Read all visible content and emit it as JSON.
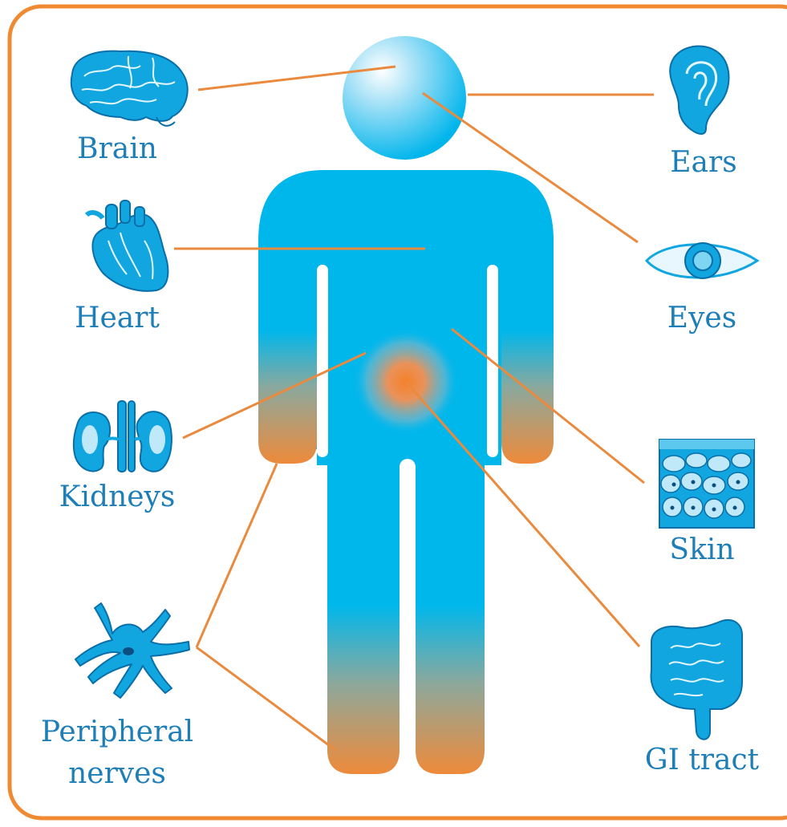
{
  "colors": {
    "frame": "#F08A32",
    "body": "#00B7EC",
    "orange": "#EE8A3A",
    "connector": "#EA8A3E",
    "label": "#1E7FB8",
    "icon": "#11A6E0"
  },
  "labels": {
    "brain": "Brain",
    "heart": "Heart",
    "kidneys": "Kidneys",
    "nerves_line1": "Peripheral",
    "nerves_line2": "nerves",
    "ears": "Ears",
    "eyes": "Eyes",
    "skin": "Skin",
    "gi_tract": "GI tract"
  },
  "icons": {
    "brain": "brain-icon",
    "heart": "heart-icon",
    "kidneys": "kidneys-icon",
    "nerves": "neuron-icon",
    "ears": "ear-icon",
    "eyes": "eye-icon",
    "skin": "skin-cells-icon",
    "gi_tract": "intestine-icon"
  }
}
